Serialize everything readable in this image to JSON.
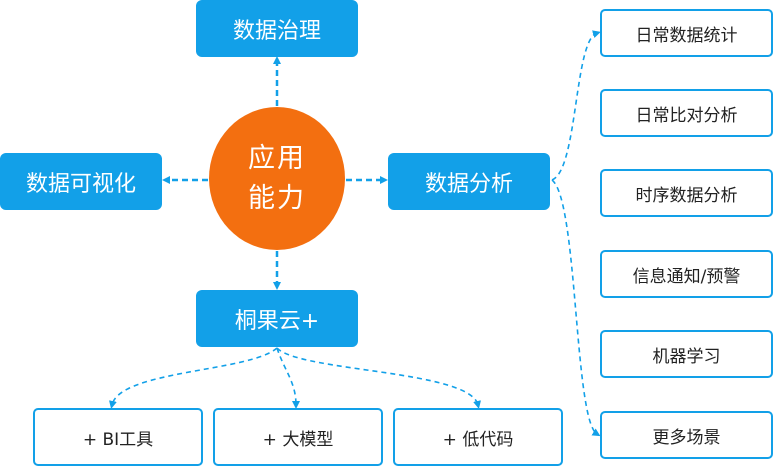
{
  "center": {
    "line1": "应用",
    "line2": "能力"
  },
  "nodes": {
    "top": "数据治理",
    "left": "数据可视化",
    "right": "数据分析",
    "bottom": "桐果云+"
  },
  "bottom_items": [
    "+ BI工具",
    "+ 大模型",
    "+ 低代码"
  ],
  "analysis_items": [
    "日常数据统计",
    "日常比对分析",
    "时序数据分析",
    "信息通知/预警",
    "机器学习",
    "更多场景"
  ],
  "colors": {
    "blue": "#12a0e8",
    "orange": "#f36f10",
    "dash": "#12a0e8"
  }
}
